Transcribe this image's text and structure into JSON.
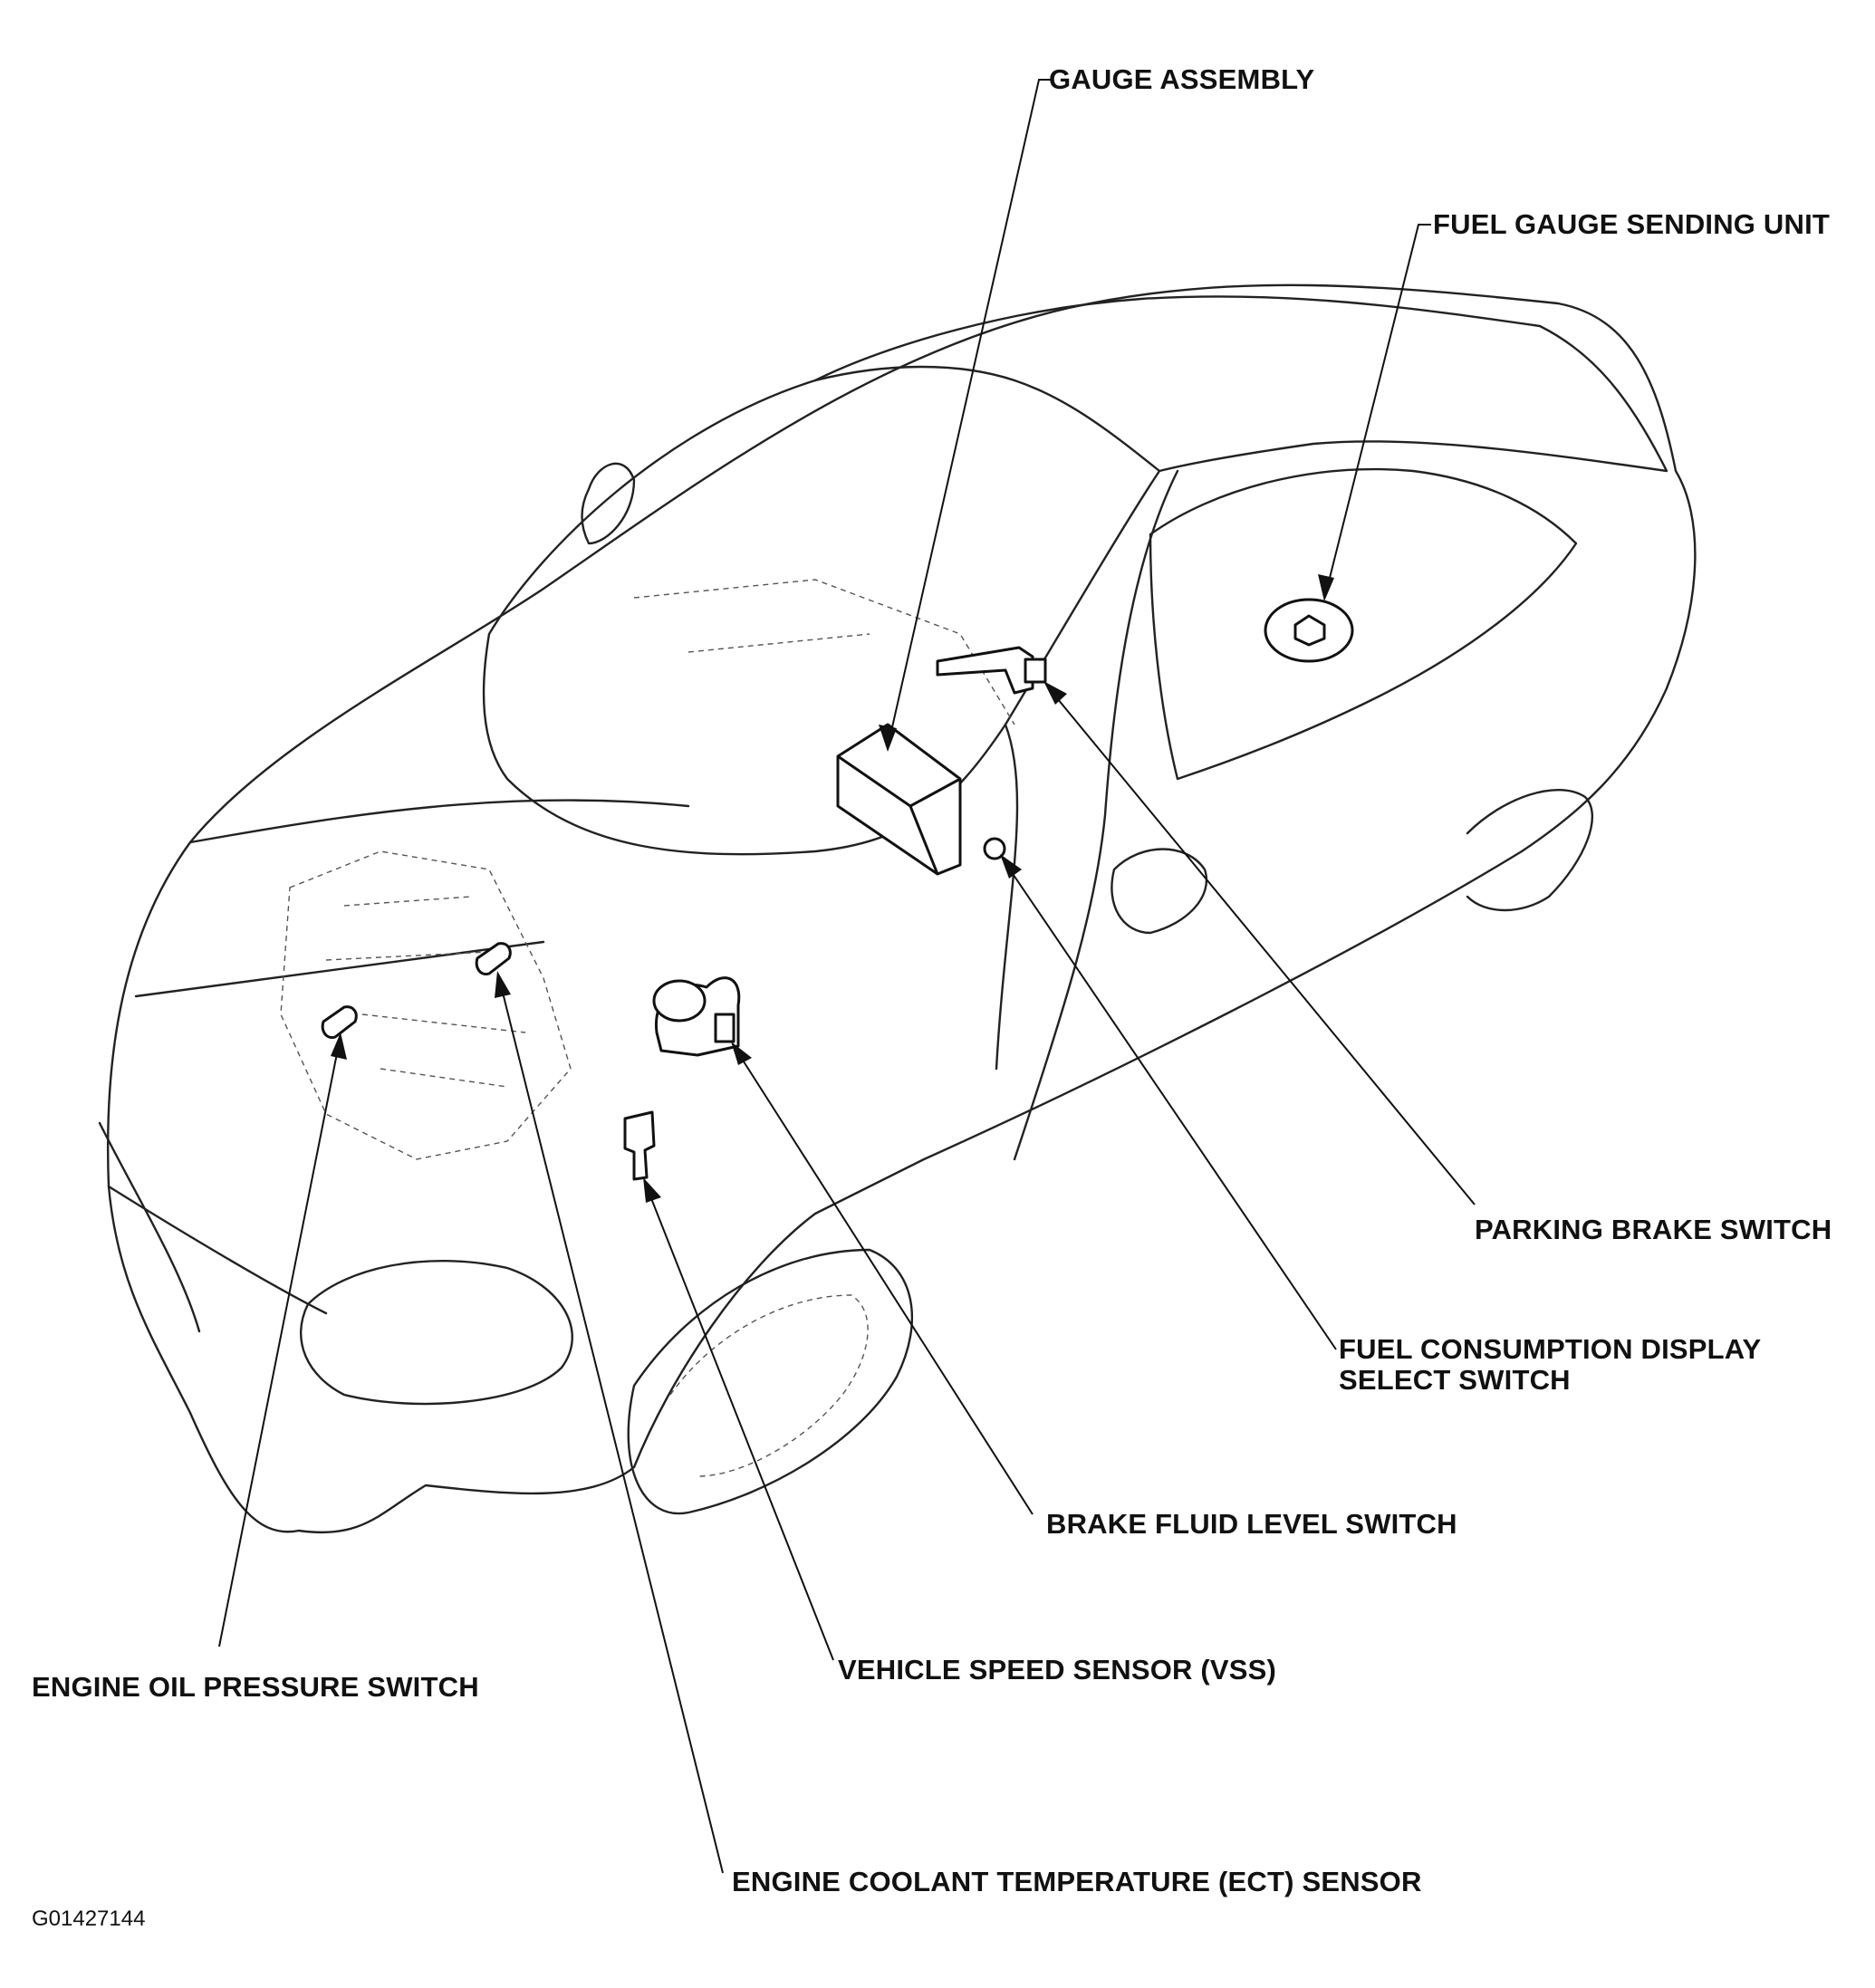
{
  "labels": {
    "gauge_assembly": "GAUGE ASSEMBLY",
    "fuel_gauge_sending_unit": "FUEL GAUGE SENDING UNIT",
    "parking_brake_switch": "PARKING BRAKE SWITCH",
    "fuel_consumption_line1": "FUEL CONSUMPTION DISPLAY",
    "fuel_consumption_line2": "SELECT SWITCH",
    "brake_fluid_level_switch": "BRAKE FLUID LEVEL SWITCH",
    "vehicle_speed_sensor": "VEHICLE SPEED SENSOR (VSS)",
    "engine_oil_pressure_switch": "ENGINE OIL PRESSURE SWITCH",
    "engine_coolant_temperature_sensor": "ENGINE COOLANT TEMPERATURE (ECT) SENSOR"
  },
  "figure_code": "G01427144"
}
